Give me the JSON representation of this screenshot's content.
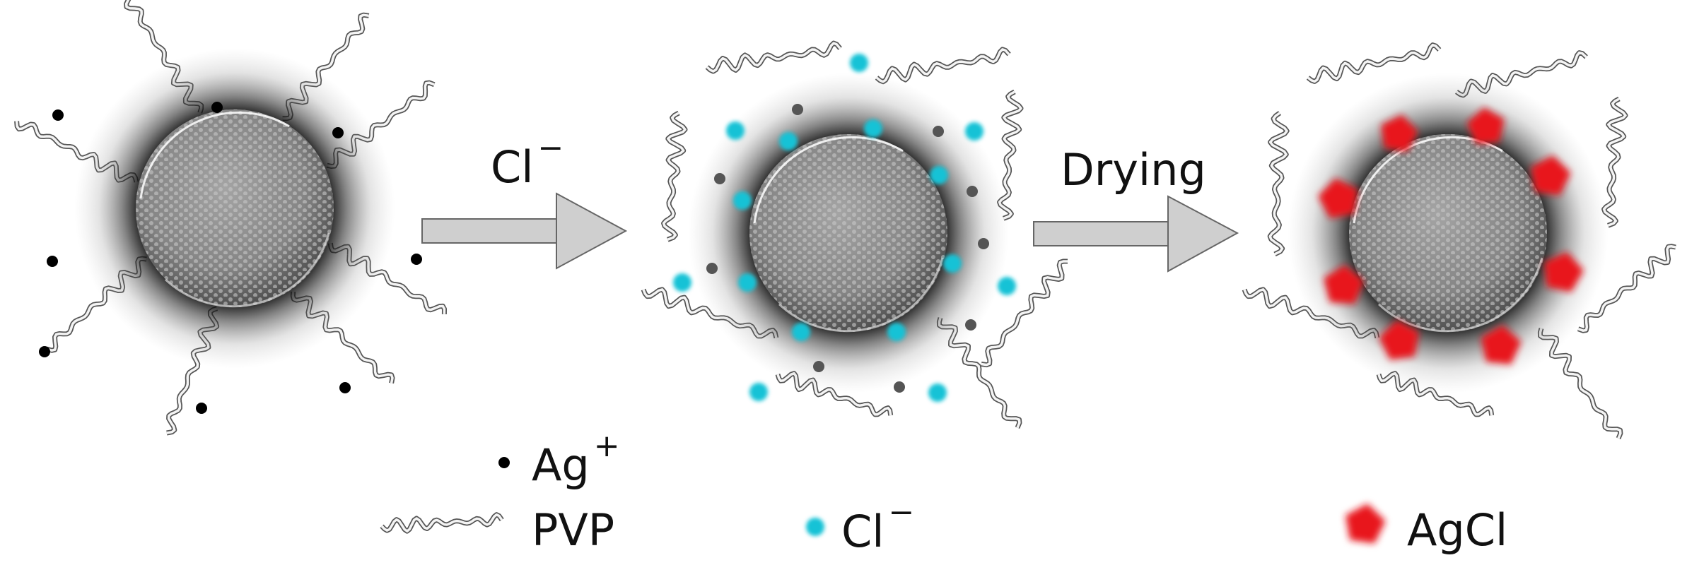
{
  "step1": {
    "arrow_label": "Cl",
    "arrow_label_sup": "−"
  },
  "step2": {
    "arrow_label": "Drying"
  },
  "legend": {
    "ag_label": "Ag",
    "ag_sup": "+",
    "pvp_label": "PVP",
    "cl_label": "Cl",
    "cl_sup": "−",
    "agcl_label": "AgCl"
  },
  "colors": {
    "ag_ion": "#000000",
    "ag_ion_reacting": "#555555",
    "cl_ion": "#14c2d6",
    "agcl": "#e8131b",
    "arrow_fill": "#cfcfcf",
    "particle": "#8a8a8a"
  }
}
